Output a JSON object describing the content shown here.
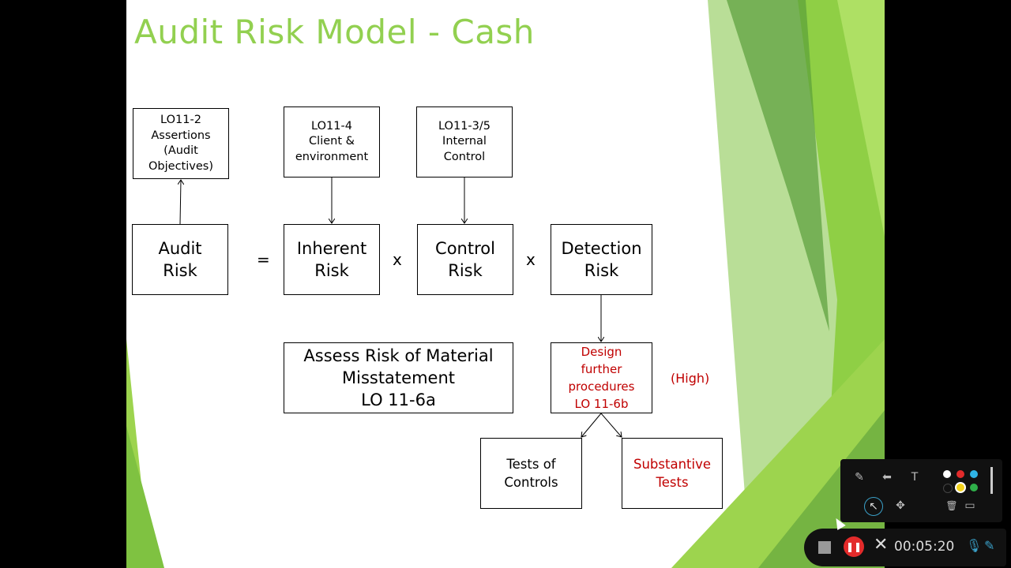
{
  "slide": {
    "title": "Audit Risk Model - Cash",
    "colors": {
      "title": "#92d050",
      "accent_red": "#c00000",
      "green_light": "#b5e36b",
      "green_dark": "#5a9e3a"
    },
    "top_boxes": [
      {
        "lines": [
          "LO11-2",
          "Assertions",
          "(Audit",
          "Objectives)"
        ]
      },
      {
        "lines": [
          "LO11-4",
          "Client &",
          "environment"
        ]
      },
      {
        "lines": [
          "LO11-3/5",
          "Internal",
          "Control"
        ]
      }
    ],
    "equation": {
      "audit_risk": [
        "Audit",
        "Risk"
      ],
      "equals": "=",
      "inherent_risk": [
        "Inherent",
        "Risk"
      ],
      "times1": "x",
      "control_risk": [
        "Control",
        "Risk"
      ],
      "times2": "x",
      "detection_risk": [
        "Detection",
        "Risk"
      ]
    },
    "assess_box": [
      "Assess Risk of Material",
      "Misstatement",
      "LO 11-6a"
    ],
    "design_box": [
      "Design",
      "further",
      "procedures",
      "LO 11-6b"
    ],
    "high_label": "(High)",
    "tests_of_controls": [
      "Tests of",
      "Controls"
    ],
    "substantive_tests": [
      "Substantive",
      "Tests"
    ]
  },
  "recorder": {
    "timer": "00:05:20",
    "tools": [
      "pencil-icon",
      "arrow-left-icon",
      "text-icon",
      "select-icon",
      "move-icon",
      "trash-icon",
      "screen-icon"
    ],
    "tool_glyphs": {
      "pencil": "✎",
      "arrow": "⬅",
      "text": "T",
      "select": "↖",
      "move": "✥",
      "trash": "🗑",
      "screen": "▭"
    },
    "palette": [
      "#ffffff",
      "#e32b2b",
      "#2fb4e6",
      "#111111",
      "#f2d21b",
      "#2fb04a"
    ],
    "close_glyph": "✕",
    "pause_glyph": "❚❚",
    "mic_glyph": "🎙",
    "pen_glyph": "✎"
  }
}
